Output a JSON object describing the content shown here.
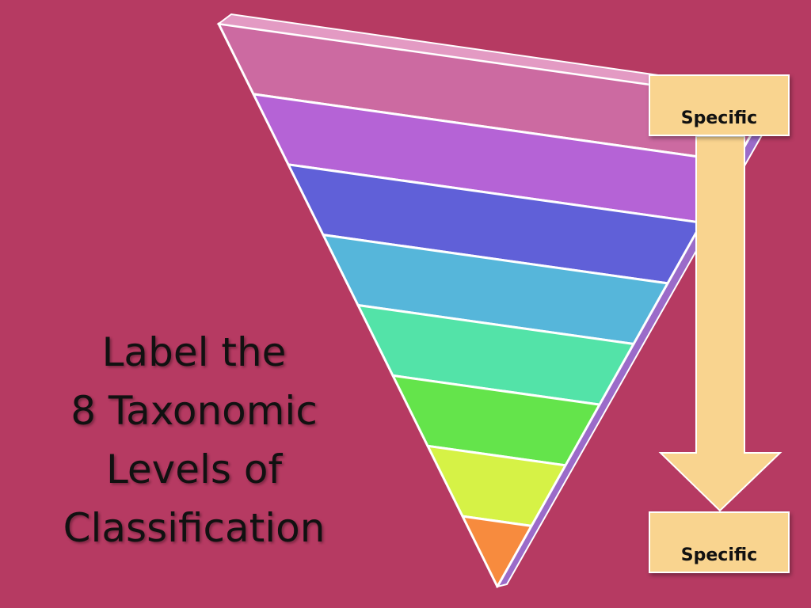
{
  "title": {
    "lines": [
      "Label the",
      "8 Taxonomic",
      "Levels of",
      "Classification"
    ]
  },
  "labels": {
    "top": "Specific",
    "bottom": "Specific"
  },
  "pyramid": {
    "levels": 8,
    "colors": [
      "#cc6aa1",
      "#b563d6",
      "#6060d8",
      "#56b6da",
      "#53e3a8",
      "#64e44b",
      "#d6f246",
      "#f78b3e"
    ]
  },
  "colors": {
    "background": "#b63a62",
    "arrow": "#f9d48f",
    "outline": "#ffffff"
  }
}
